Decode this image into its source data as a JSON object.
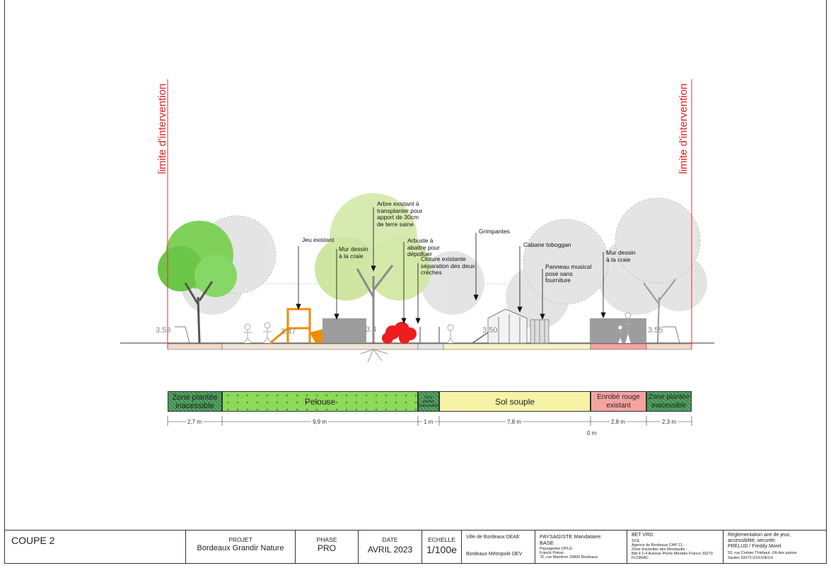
{
  "limit_label": "limite d'intervention",
  "levels": [
    "3.53",
    "3.47",
    "3.4",
    "3.50",
    "3.55"
  ],
  "annotations": {
    "jeu_existant": "Jeu existant",
    "mur_dessin_1": "Mur dessin à la craie",
    "arbre": "Arbre existant à transplanter pour apport de 30cm de terre saine",
    "arbuste": "Arbuste à abattre pour dépolluer",
    "cloture": "Cloture existante séparation des deux crèches",
    "grimpantes": "Grimpantes",
    "cabane": "Cabane toboggan",
    "panneau": "Panneau musical posé sans fourniture",
    "mur_dessin_2": "Mur dessin à la craie"
  },
  "zones": [
    {
      "label": "Zone plantée inacessible",
      "dim": "2,7 m",
      "color": "#3f8a4e"
    },
    {
      "label": "Pelouse",
      "dim": "9,9 m",
      "color": "#8ed85b"
    },
    {
      "label": "Zone plantée inaccessible",
      "dim": "1 m",
      "color": "#3f8a4e"
    },
    {
      "label": "Sol souple",
      "dim": "7,8 m",
      "color": "#f6f2a6"
    },
    {
      "label": "Enrobé rouge existant",
      "dim": "2,8 m",
      "color": "#f5a3a0"
    },
    {
      "label": "Zone plantée inacessible",
      "dim": "2,3 m",
      "color": "#3f8a4e"
    }
  ],
  "zero_mark": "0 m",
  "cartouche": {
    "title": "COUPE 2",
    "projet_label": "PROJET",
    "projet_value": "Bordeaux Grandir Nature",
    "phase_label": "PHASE",
    "phase_value": "PRO",
    "date_label": "DATE",
    "date_value": "AVRIL 2023",
    "echelle_label": "ECHELLE",
    "echelle_value": "1/100e",
    "client_1": "Ville de Bordeaux DEAE",
    "client_2": "Bordeaux Métropole DEV",
    "paysagiste_title": "PAYSAGISTE Mandataire:",
    "paysagiste_name": "BASE",
    "paysagiste_detail_1": "Paysagistes DPLG",
    "paysagiste_detail_2": "Franck Poirier",
    "paysagiste_detail_3": "76, rue Mandron 33800 Bordeaux",
    "bet_title": "BET VRD:",
    "bet_name": "SCE",
    "bet_detail_1": "Agence de Bordeaux CAP 21 -",
    "bet_detail_2": "Zone d'activités des Mondaults -",
    "bet_detail_3": "Bât 4 1-4 Avenue Pierre Mendès France 33270",
    "bet_detail_4": "FLOIRAC",
    "regl_1": "Réglementation aire de jeux,",
    "regl_2": "accessibilité, securité:",
    "regl_3": "PRELUD / Freddy Morel",
    "regl_4": "53, rue Corbier Thiébaut -ZA des quinze",
    "regl_5": "Saules 33270 GOUVIEUX"
  }
}
